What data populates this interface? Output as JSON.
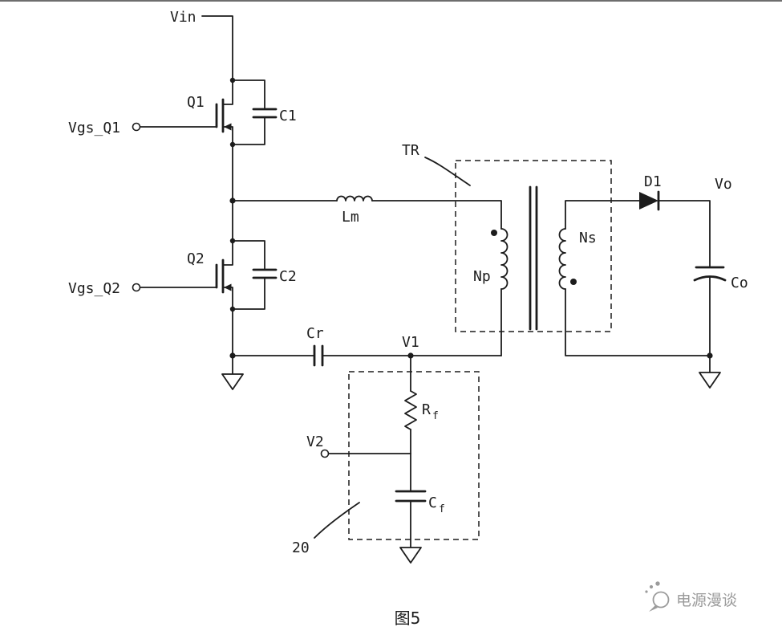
{
  "figure": {
    "caption": "图5",
    "watermark_text": "电源漫谈"
  },
  "components": {
    "vin": "Vin",
    "vgs_q1": "Vgs_Q1",
    "vgs_q2": "Vgs_Q2",
    "q1": "Q1",
    "q2": "Q2",
    "c1": "C1",
    "c2": "C2",
    "lm": "Lm",
    "cr": "Cr",
    "v1": "V1",
    "v2": "V2",
    "tr": "TR",
    "np": "Np",
    "ns": "Ns",
    "d1": "D1",
    "vo": "Vo",
    "co": "Co",
    "rf": {
      "main": "R",
      "sub": "f"
    },
    "cf": {
      "main": "C",
      "sub": "f"
    },
    "box20": "20"
  },
  "colors": {
    "wire": "#1c1c1c",
    "text": "#1c1c1c",
    "watermark": "#9b9b9b",
    "background": "#ffffff"
  }
}
